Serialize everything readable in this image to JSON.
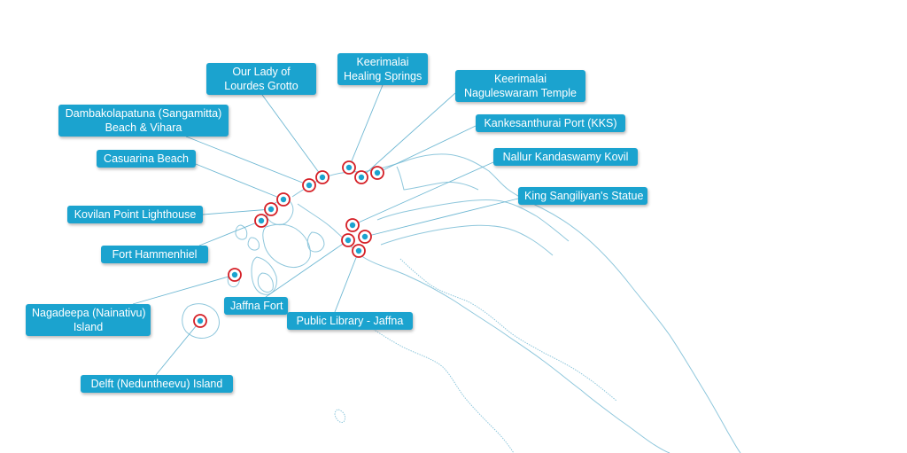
{
  "map": {
    "colors": {
      "label_background": "#1ba3cf",
      "label_text": "#ffffff",
      "coastline": "#8fc7dc",
      "leader_line": "#6fb8d3",
      "marker_ring": "#d51f26",
      "marker_dot": "#1ba3cf"
    },
    "locations": [
      {
        "id": "our-lady-of-lourdes-grotto",
        "lines": [
          "Our Lady of",
          "Lourdes Grotto"
        ]
      },
      {
        "id": "keerimalai-healing-springs",
        "lines": [
          "Keerimalai",
          "Healing Springs"
        ]
      },
      {
        "id": "keerimalai-naguleswaram-temple",
        "lines": [
          "Keerimalai",
          "Naguleswaram Temple"
        ]
      },
      {
        "id": "dambakolapatuna-beach-vihara",
        "lines": [
          "Dambakolapatuna (Sangamitta)",
          "Beach & Vihara"
        ]
      },
      {
        "id": "kankesanthurai-port",
        "lines": [
          "Kankesanthurai Port (KKS)"
        ]
      },
      {
        "id": "casuarina-beach",
        "lines": [
          "Casuarina Beach"
        ]
      },
      {
        "id": "nallur-kandaswamy-kovil",
        "lines": [
          "Nallur Kandaswamy Kovil"
        ]
      },
      {
        "id": "king-sangiliyans-statue",
        "lines": [
          "King Sangiliyan's Statue"
        ]
      },
      {
        "id": "kovilan-point-lighthouse",
        "lines": [
          "Kovilan Point Lighthouse"
        ]
      },
      {
        "id": "fort-hammenhiel",
        "lines": [
          "Fort Hammenhiel"
        ]
      },
      {
        "id": "jaffna-fort",
        "lines": [
          "Jaffna Fort"
        ]
      },
      {
        "id": "public-library-jaffna",
        "lines": [
          "Public Library - Jaffna"
        ]
      },
      {
        "id": "nagadeepa-island",
        "lines": [
          "Nagadeepa (Nainativu)",
          "Island"
        ]
      },
      {
        "id": "delft-island",
        "lines": [
          "Delft (Neduntheevu) Island"
        ]
      }
    ]
  }
}
